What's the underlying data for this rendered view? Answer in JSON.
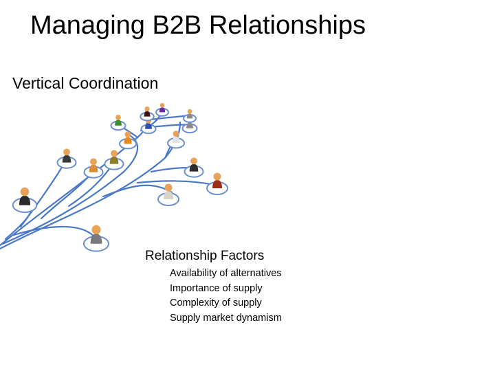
{
  "slide": {
    "title": "Managing B2B Relationships",
    "subtitle": "Vertical Coordination",
    "illustration": {
      "icon": "network-tree-people-icon",
      "colors": {
        "branch": "#4a78c8",
        "ring": "#6a8fd0",
        "skin": "#e8a35a",
        "people": [
          "#2a2a2a",
          "#7a7a7a",
          "#3a3a3a",
          "#d88e3b",
          "#8b7d2a",
          "#9e2a18",
          "#d9d5c8",
          "#2d2d2d",
          "#e2e2e2",
          "#e7891f",
          "#3a8f2a",
          "#2c4fb0",
          "#3a1818",
          "#6a2aa8",
          "#8a8a8a",
          "#8a8a8a"
        ]
      }
    },
    "factors": {
      "heading": "Relationship Factors",
      "items": [
        "Availability of alternatives",
        "Importance of supply",
        "Complexity of supply",
        "Supply market dynamism"
      ]
    }
  }
}
